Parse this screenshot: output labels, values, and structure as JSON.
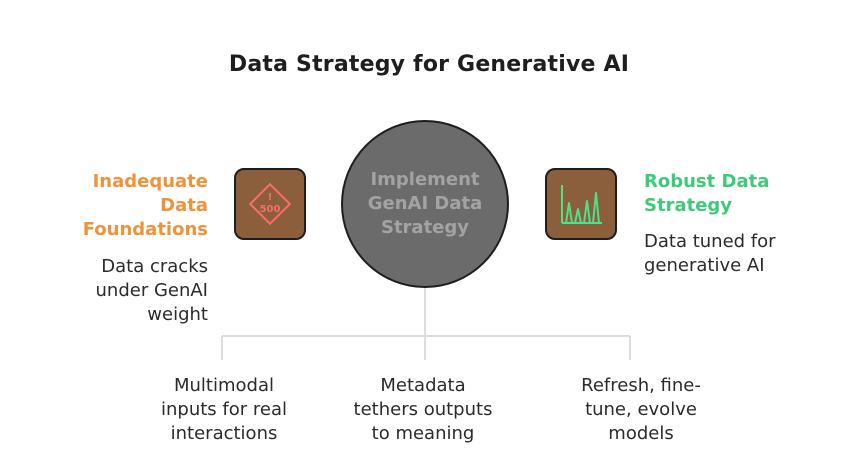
{
  "title": "Data Strategy for Generative AI",
  "center": {
    "label": "Implement\nGenAI Data\nStrategy"
  },
  "left": {
    "heading": "Inadequate\nData\nFoundations",
    "description": "Data cracks\nunder GenAI\nweight",
    "icon": "error-500-warning-icon",
    "icon_text": "500",
    "icon_mark": "!"
  },
  "right": {
    "heading": "Robust Data\nStrategy",
    "description": "Data tuned for\ngenerative AI",
    "icon": "growth-chart-icon"
  },
  "bottom": [
    {
      "text": "Multimodal\ninputs for real\ninteractions"
    },
    {
      "text": "Metadata\ntethers outputs\nto meaning"
    },
    {
      "text": "Refresh, fine-\ntune, evolve\nmodels"
    }
  ],
  "colors": {
    "left_heading": "#f0923a",
    "right_heading": "#3fc97a",
    "icon_box": "#8b5e3c",
    "circle": "#6b6b6b",
    "circle_text": "#a3a3a3"
  }
}
